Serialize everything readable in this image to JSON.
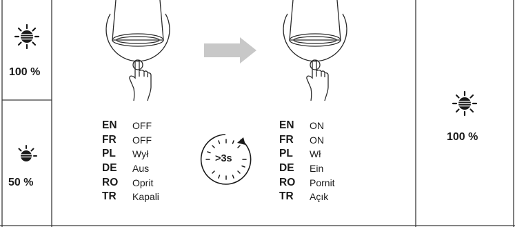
{
  "left_panel": {
    "top": {
      "level": "100 %",
      "icon": "sun-full-icon"
    },
    "bottom": {
      "level": "50 %",
      "icon": "sun-half-icon"
    }
  },
  "right_panel": {
    "level": "100 %",
    "icon": "sun-full-icon"
  },
  "timer": {
    "label": ">3s",
    "icon": "stopwatch-icon"
  },
  "arrow_icon": "arrow-right-icon",
  "lamp_icon": "wall-lamp-icon",
  "press_icon": "finger-press-icon",
  "off_labels": [
    {
      "code": "EN",
      "word": "OFF"
    },
    {
      "code": "FR",
      "word": "OFF"
    },
    {
      "code": "PL",
      "word": "Wył"
    },
    {
      "code": "DE",
      "word": "Aus"
    },
    {
      "code": "RO",
      "word": "Oprit"
    },
    {
      "code": "TR",
      "word": "Kapali"
    }
  ],
  "on_labels": [
    {
      "code": "EN",
      "word": "ON"
    },
    {
      "code": "FR",
      "word": "ON"
    },
    {
      "code": "PL",
      "word": "Wł"
    },
    {
      "code": "DE",
      "word": "Ein"
    },
    {
      "code": "RO",
      "word": "Pornit"
    },
    {
      "code": "TR",
      "word": "Açık"
    }
  ],
  "colors": {
    "line": "#3a3a3a",
    "arrow": "#c8c8c8",
    "ink": "#1a1a1a"
  }
}
